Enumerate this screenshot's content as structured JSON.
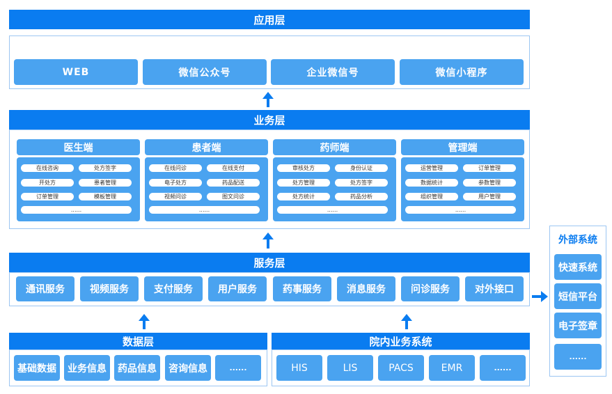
{
  "app_layer": {
    "title": "应用层",
    "items": [
      "WEB",
      "微信公众号",
      "企业微信号",
      "微信小程序"
    ]
  },
  "business_layer": {
    "title": "业务层",
    "columns": [
      {
        "name": "医生端",
        "items": [
          "在线咨询",
          "处方签字",
          "开处方",
          "患者管理",
          "订单管理",
          "模板管理",
          "......"
        ]
      },
      {
        "name": "患者端",
        "items": [
          "在线问诊",
          "在线支付",
          "电子处方",
          "药品配送",
          "视频问诊",
          "图文问诊",
          "......"
        ]
      },
      {
        "name": "药师端",
        "items": [
          "审核处方",
          "身份认证",
          "处方管理",
          "处方签字",
          "处方统计",
          "药品分析",
          "......"
        ]
      },
      {
        "name": "管理端",
        "items": [
          "运营管理",
          "订单管理",
          "数据统计",
          "参数管理",
          "组织管理",
          "用户管理",
          "......"
        ]
      }
    ]
  },
  "service_layer": {
    "title": "服务层",
    "items": [
      "通讯服务",
      "视频服务",
      "支付服务",
      "用户服务",
      "药事服务",
      "消息服务",
      "问诊服务",
      "对外接口"
    ]
  },
  "data_layer": {
    "title": "数据层",
    "items": [
      "基础数据",
      "业务信息",
      "药品信息",
      "咨询信息",
      "......"
    ]
  },
  "hospital_layer": {
    "title": "院内业务系统",
    "items": [
      "HIS",
      "LIS",
      "PACS",
      "EMR",
      "......"
    ]
  },
  "external": {
    "title": "外部系统",
    "items": [
      "快速系统",
      "短信平台",
      "电子签章",
      "......"
    ]
  },
  "colors": {
    "header_blue": "#0a7cf0",
    "pill_blue": "#4aa3f0",
    "frame_border": "#9cc6f2"
  }
}
